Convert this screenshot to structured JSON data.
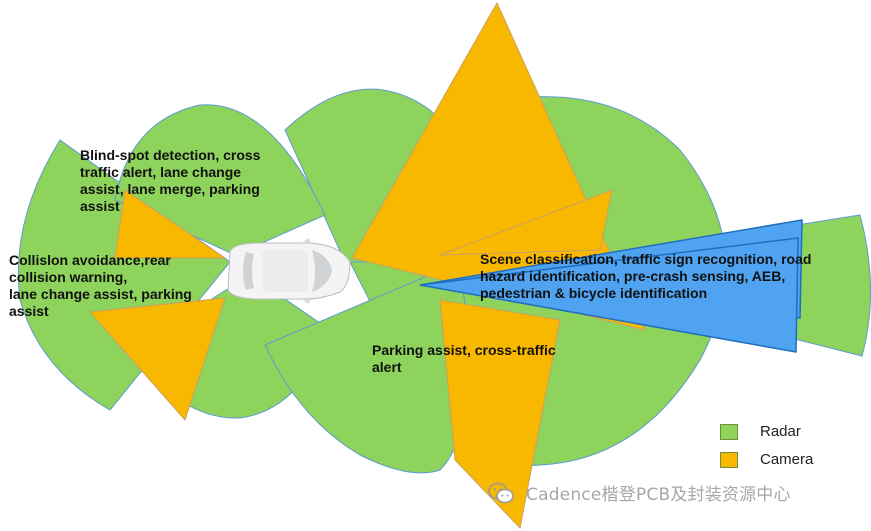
{
  "colors": {
    "radar": "#8ed35c",
    "radar_stroke": "#5f9bd0",
    "camera": "#f9b800",
    "camera_stroke": "#caa060",
    "lidar": "#4fa3f0",
    "lidar_stroke": "#1e6fc0",
    "car_body": "#f4f4f4"
  },
  "labels": {
    "blind_spot": "Blind-spot detection, cross\ntraffic alert, lane change\nassist, lane merge, parking\nassist",
    "collision": "Collislon avoidance,rear\ncollision warning,\nlane change assist, parking\nassist",
    "scene": "Scene classification, traffic sign recognition, road\nhazard identification, pre-crash sensing, AEB,\npedestrian & bicycle identification",
    "parking": "Parking assist, cross-traffic\nalert"
  },
  "legend": [
    {
      "label": "Radar",
      "color": "#8ed35c"
    },
    {
      "label": "Camera",
      "color": "#f9b800"
    }
  ],
  "watermark": {
    "icon": "wechat-icon",
    "text": "Cadence楷登PCB及封装资源中心"
  }
}
